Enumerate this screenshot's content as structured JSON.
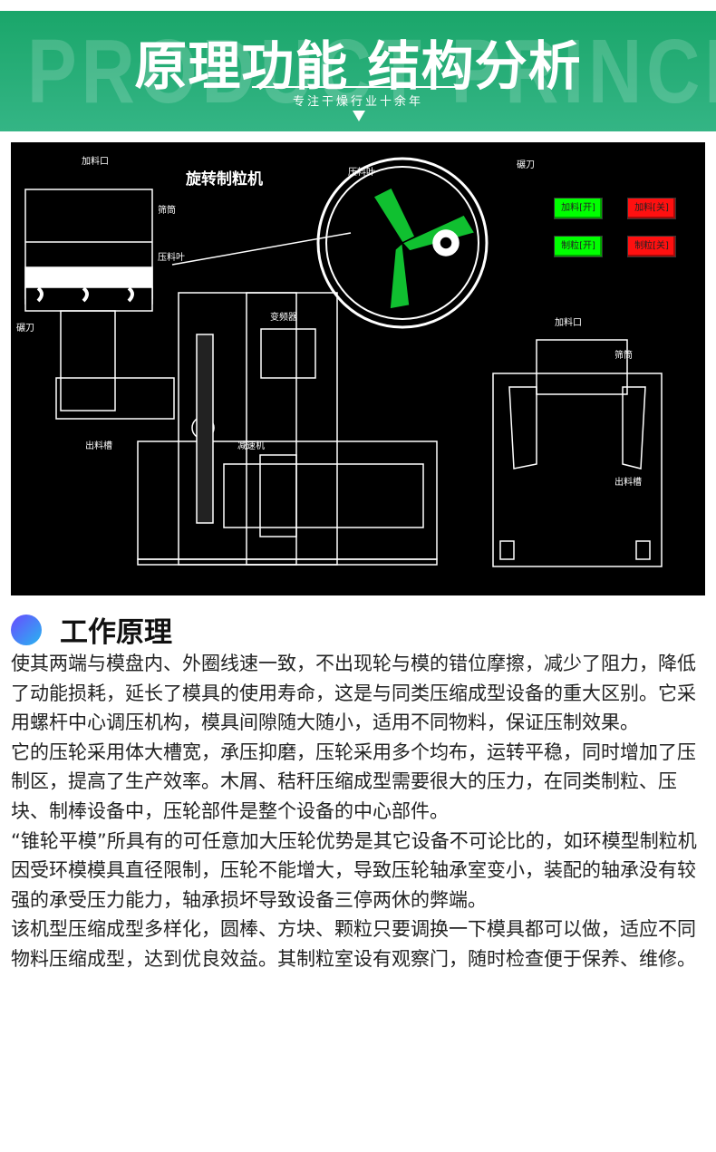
{
  "header": {
    "bg_word": "PRODUCT PRINCIPLE",
    "title": "原理功能 结构分析",
    "subtitle": "专注干燥行业十余年",
    "color": "#1aa66a"
  },
  "diagram": {
    "machine_title": "旋转制粒机",
    "labels": {
      "feed_inlet_left": "加料口",
      "screen_left": "筛筒",
      "press_blade_left": "压料叶",
      "roller_left": "碾刀",
      "discharge_left": "出料槽",
      "inverter": "变频器",
      "reducer": "减速机",
      "press_blade_top": "压料叶",
      "roller_top": "碾刀",
      "feed_inlet_right": "加料口",
      "screen_right": "筛筒",
      "discharge_right": "出料槽"
    },
    "buttons": [
      {
        "label": "加料[开]",
        "state": "on"
      },
      {
        "label": "加料[关]",
        "state": "off"
      },
      {
        "label": "制粒[开]",
        "state": "on"
      },
      {
        "label": "制粒[关]",
        "state": "off"
      }
    ]
  },
  "section": {
    "title": "工作原理"
  },
  "paragraphs": [
    "使其两端与模盘内、外圈线速一致，不出现轮与模的错位摩擦，减少了阻力，降低了动能损耗，延长了模具的使用寿命，这是与同类压缩成型设备的重大区别。它采用螺杆中心调压机构，模具间隙随大随小，适用不同物料，保证压制效果。",
    "它的压轮采用体大槽宽，承压抑磨，压轮采用多个均布，运转平稳，同时增加了压制区，提高了生产效率。木屑、秸秆压缩成型需要很大的压力，在同类制粒、压块、制棒设备中，压轮部件是整个设备的中心部件。",
    "“锥轮平模”所具有的可任意加大压轮优势是其它设备不可论比的，如环模型制粒机因受环模模具直径限制，压轮不能增大，导致压轮轴承室变小，装配的轴承没有较强的承受压力能力，轴承损坏导致设备三停两休的弊端。",
    "该机型压缩成型多样化，圆棒、方块、颗粒只要调换一下模具都可以做，适应不同物料压缩成型，达到优良效益。其制粒室设有观察门，随时检查便于保养、维修。"
  ]
}
